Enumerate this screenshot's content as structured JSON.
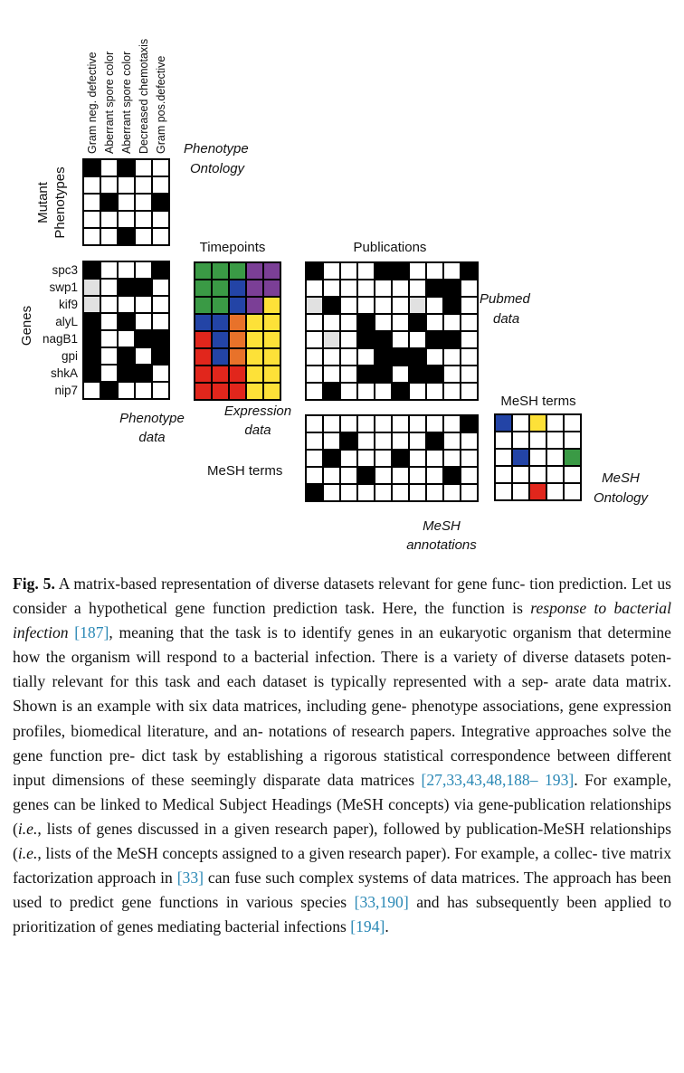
{
  "figure": {
    "phenotype_columns": [
      "Gram neg. defective",
      "Aberrant spore color",
      "Aberrant spore color",
      "Decreased chemotaxis",
      "Gram pos.defective"
    ],
    "mutant_phenotypes_label": [
      "Mutant",
      "Phenotypes"
    ],
    "phenotype_ontology_label": [
      "Phenotype",
      "Ontology"
    ],
    "genes_label": "Genes",
    "genes": [
      "spc3",
      "swp1",
      "kif9",
      "alyL",
      "nagB1",
      "gpi",
      "shkA",
      "nip7"
    ],
    "phenotype_data_label": [
      "Phenotype",
      "data"
    ],
    "timepoints_label": "Timepoints",
    "expression_data_label": [
      "Expression",
      "data"
    ],
    "publications_label": "Publications",
    "pubmed_data_label": [
      "Pubmed",
      "data"
    ],
    "mesh_terms_left_label": "MeSH terms",
    "mesh_terms_top_label": "MeSH terms",
    "mesh_annotations_label": [
      "MeSH",
      "annotations"
    ],
    "mesh_ontology_label": [
      "MeSH",
      "Ontology"
    ],
    "colors": {
      "black": "#000000",
      "white": "#ffffff",
      "gray": "#e1e1e1",
      "green": "#3a9a45",
      "purple": "#7b3f96",
      "blue": "#2344a6",
      "orange": "#e8722a",
      "yellow": "#fde138",
      "red": "#e1261c"
    },
    "matrices": {
      "phenotype_ontology": [
        "KWKWW",
        "WWWWW",
        "WKWWK",
        "WWWWW",
        "WWKWW"
      ],
      "phenotype_data": [
        "KWWWK",
        "GWKKW",
        "GWWWW",
        "KWKWW",
        "KWWKK",
        "KWKWK",
        "KWKKW",
        "WKWWW"
      ],
      "expression_data": [
        "LLLPP",
        "LLBPP",
        "LLBPY",
        "BBOYY",
        "RBOYY",
        "RBOYY",
        "RRRYY",
        "RRRYY"
      ],
      "pubmed_data": [
        "KWWWKKWWWK",
        "WWWWWWWKKW",
        "GKWWWWGWKW",
        "WWWKWWKWWW",
        "WGWKKWWKKW",
        "WWWWKKKWWW",
        "WWWKKWKKWW",
        "WKWWWKWWWW"
      ],
      "mesh_annotations": [
        "WWWWWWWWWK",
        "WWKWWWWKWW",
        "WKWWWKWWWW",
        "WWWKWWWWKW",
        "KWWWWWWWWW"
      ],
      "mesh_ontology": [
        "BWYWW",
        "WWWWW",
        "WBWWL",
        "WWWWW",
        "WWRWW"
      ]
    }
  },
  "caption": {
    "fig_label": "Fig. 5.",
    "p01": " A matrix-based representation of diverse datasets relevant for gene func-\ntion prediction. Let us consider a hypothetical gene function prediction task.\nHere, the function is ",
    "p02": "response to bacterial infection",
    "r01": "[187]",
    "p03": ", meaning that the task\nis to identify genes in an eukaryotic organism that determine how the organism\nwill respond to a bacterial infection. There is a variety of diverse datasets poten-\ntially relevant for this task and each dataset is typically represented with a sep-\narate data matrix. Shown is an example with six data matrices, including gene-\nphenotype associations, gene expression profiles, biomedical literature, and an-\nnotations of research papers. Integrative approaches solve the gene function pre-\ndict task by establishing a rigorous statistical correspondence between different\ninput dimensions of these seemingly disparate data matrices ",
    "r02": "[27,33,43,48,188–\n193]",
    "p04": ". For example, genes can be linked to Medical Subject Headings (MeSH\nconcepts) via gene-publication relationships (",
    "p05": "i.e.",
    "p06": ", lists of genes discussed in a\ngiven research paper), followed by publication-MeSH relationships (",
    "p07": "i.e.",
    "p08": ", lists of\nthe MeSH concepts assigned to a given research paper). For example, a collec-\ntive matrix factorization approach in ",
    "r03": "[33]",
    "p09": " can fuse such complex systems of\ndata matrices. The approach has been used to predict gene functions in various\nspecies ",
    "r04": "[33,190]",
    "p10": " and has subsequently been applied to prioritization of genes\nmediating bacterial infections ",
    "r05": "[194]",
    "p11": "."
  }
}
